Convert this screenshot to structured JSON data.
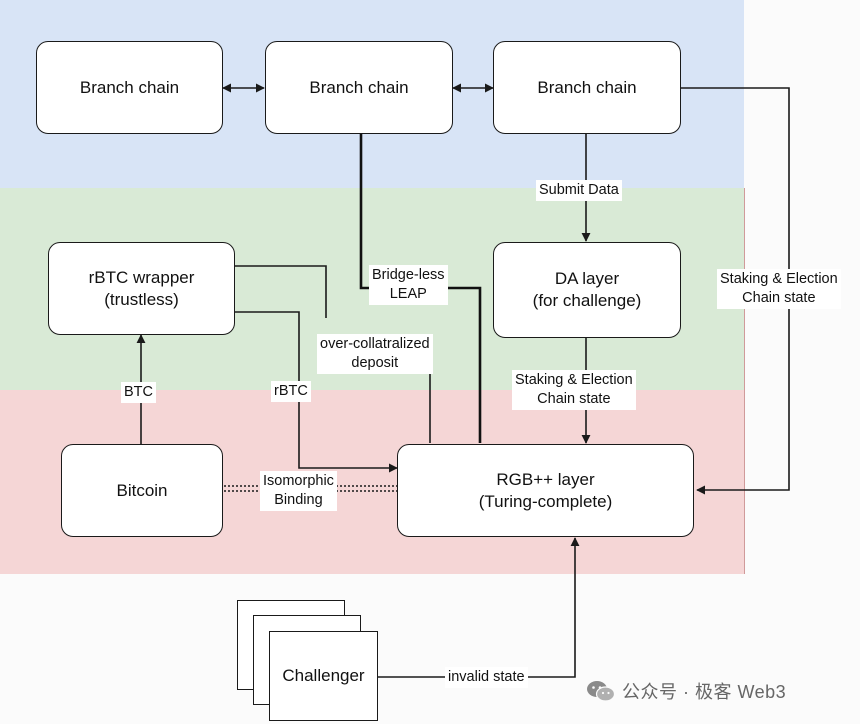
{
  "nodes": {
    "branch_chain_1": "Branch chain",
    "branch_chain_2": "Branch chain",
    "branch_chain_3": "Branch chain",
    "rbtc_wrapper": "rBTC wrapper\n(trustless)",
    "da_layer": "DA layer\n(for challenge)",
    "bitcoin": "Bitcoin",
    "rgbpp_layer": "RGB++ layer\n(Turing-complete)",
    "challenger": "Challenger"
  },
  "edge_labels": {
    "submit_data": "Submit Data",
    "bridge_less_leap": "Bridge-less\nLEAP",
    "over_collateralized_deposit": "over-collatralized\ndeposit",
    "btc": "BTC",
    "rbtc": "rBTC",
    "staking_election_right": "Staking & Election\nChain state",
    "staking_election_da": "Staking & Election\nChain state",
    "isomorphic_binding": "Isomorphic\nBinding",
    "invalid_state": "invalid state"
  },
  "watermark": {
    "text": "公众号 · 极客 Web3",
    "icon": "wechat-icon"
  },
  "colors": {
    "blue_band": "#d8e4f6",
    "green_band": "#d9ead6",
    "red_band": "#f5d6d6",
    "stroke": "#1a1a1a"
  }
}
